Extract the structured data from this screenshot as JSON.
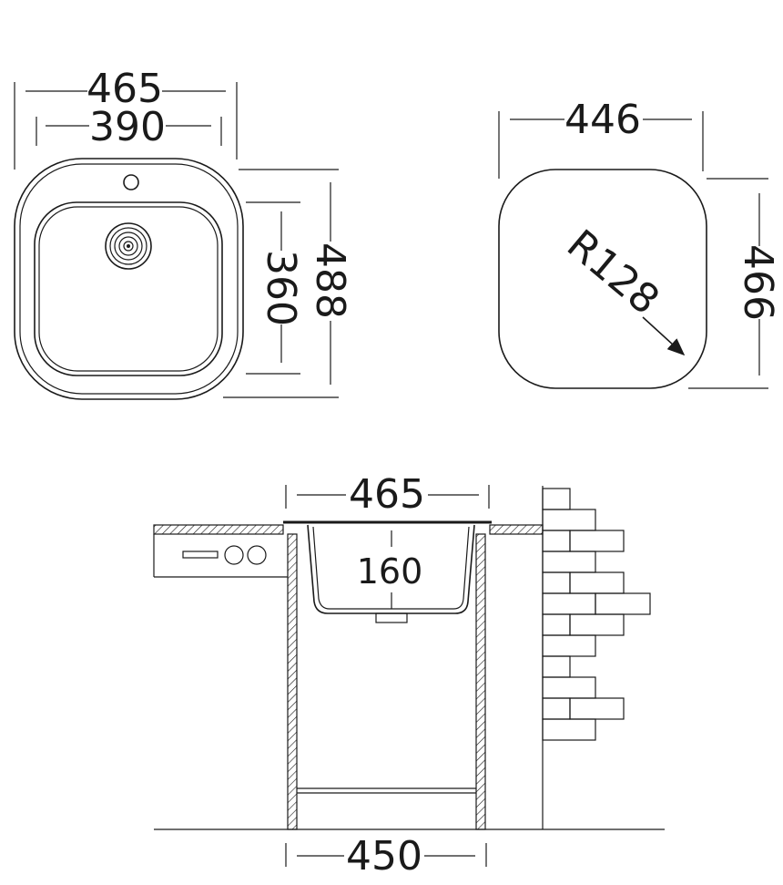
{
  "top_view": {
    "outer_width": "465",
    "inner_width": "390",
    "inner_height": "360",
    "outer_height": "488"
  },
  "cutout": {
    "width": "446",
    "height": "466",
    "radius": "R128"
  },
  "section": {
    "top_width": "465",
    "depth": "160",
    "base_width": "450"
  },
  "colors": {
    "line": "#1a1a1a",
    "background": "#ffffff"
  }
}
